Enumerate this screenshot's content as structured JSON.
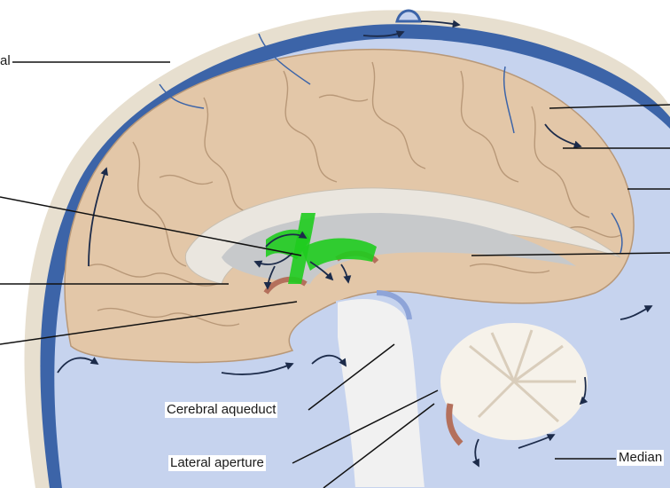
{
  "labels": {
    "top_left_partial": "al",
    "cerebral_aqueduct": "Cerebral aqueduct",
    "lateral_aperture": "Lateral aperture",
    "median_partial": "Median"
  },
  "colors": {
    "skull": "#e7dfcf",
    "dura_blue": "#3c64a8",
    "csf_light_blue": "#c6d3ee",
    "brain_tan": "#e3c7a8",
    "brain_outline": "#b89878",
    "ventricle_gray": "#c7c9cb",
    "highlight_green": "#1fcc1f",
    "choroid_red": "#b4705c"
  }
}
